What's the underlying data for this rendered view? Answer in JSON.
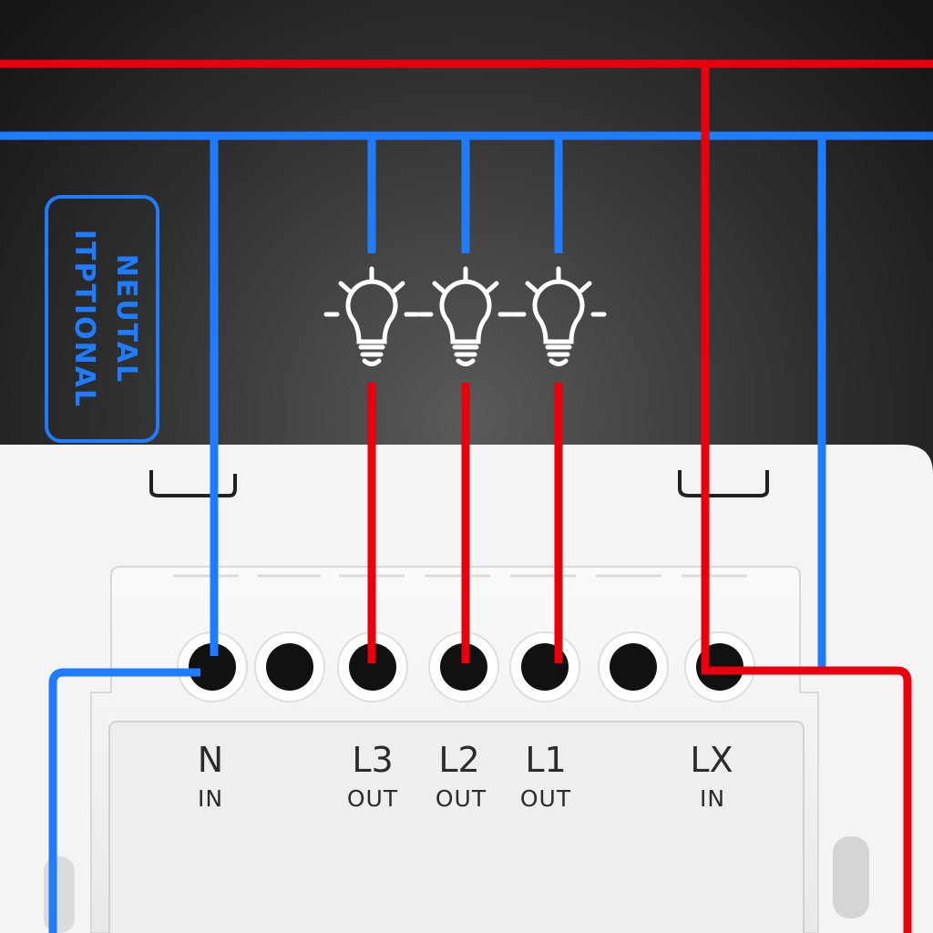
{
  "colors": {
    "live": "#e8000c",
    "neutral": "#1f7cff",
    "background_dark": "#1c1c1c",
    "panel": "#f3f3f3",
    "terminal": "#111111",
    "bulb": "#ffffff"
  },
  "neutral_box": {
    "line1": "NEUTAL",
    "line2": "ITPTIONAL"
  },
  "terminals": [
    {
      "label": "N",
      "sub": "IN",
      "wire": "neutral"
    },
    {
      "label": "",
      "sub": "",
      "wire": "none"
    },
    {
      "label": "L3",
      "sub": "OUT",
      "wire": "live"
    },
    {
      "label": "L2",
      "sub": "OUT",
      "wire": "live"
    },
    {
      "label": "L1",
      "sub": "OUT",
      "wire": "live"
    },
    {
      "label": "",
      "sub": "",
      "wire": "none"
    },
    {
      "label": "LX",
      "sub": "IN",
      "wire": "live"
    }
  ],
  "bulbs": [
    {
      "icon": "lightbulb-icon",
      "terminal": "L3"
    },
    {
      "icon": "lightbulb-icon",
      "terminal": "L2"
    },
    {
      "icon": "lightbulb-icon",
      "terminal": "L1"
    }
  ]
}
